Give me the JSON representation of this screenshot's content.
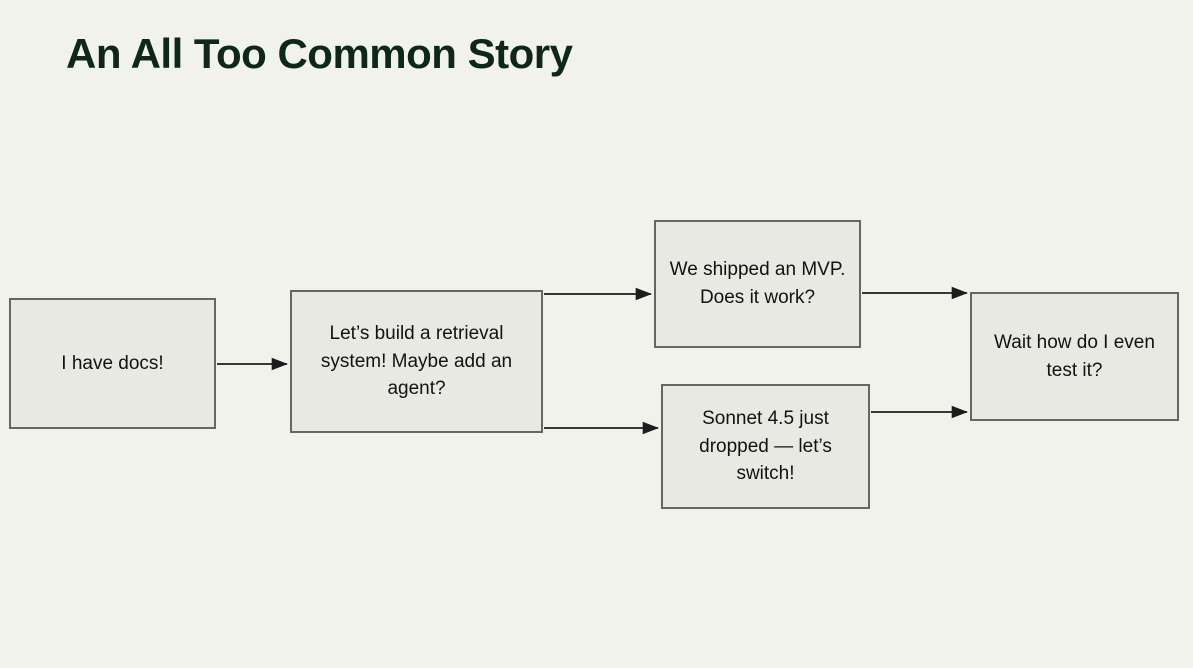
{
  "slide": {
    "title": "An All Too Common Story",
    "background_color": "#f2f2ed",
    "title_color": "#0d2818"
  },
  "diagram": {
    "type": "flowchart",
    "node_fill_color": "#e9e9e3",
    "node_border_color": "#676761",
    "edge_color": "#1c1c1c",
    "nodes": [
      {
        "id": "docs",
        "label": "I have docs!"
      },
      {
        "id": "build",
        "label": "Let’s build a retrieval system! Maybe add an agent?"
      },
      {
        "id": "mvp",
        "label": "We shipped an MVP. Does it work?"
      },
      {
        "id": "sonnet",
        "label": "Sonnet 4.5 just dropped — let’s switch!"
      },
      {
        "id": "test",
        "label": "Wait how do I even test it?"
      }
    ],
    "edges": [
      {
        "from": "docs",
        "to": "build",
        "label": ""
      },
      {
        "from": "build",
        "to": "mvp",
        "label": ""
      },
      {
        "from": "build",
        "to": "sonnet",
        "label": ""
      },
      {
        "from": "mvp",
        "to": "test",
        "label": ""
      },
      {
        "from": "sonnet",
        "to": "test",
        "label": ""
      }
    ]
  }
}
